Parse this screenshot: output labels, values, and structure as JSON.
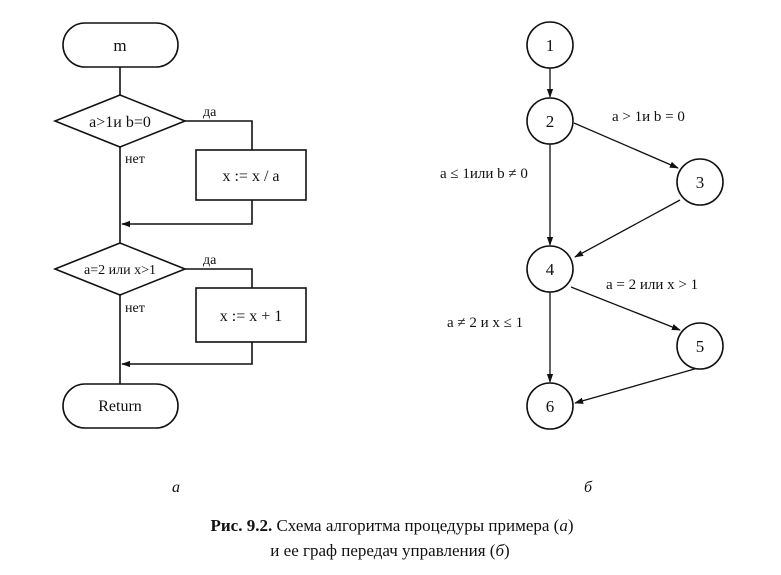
{
  "flowchart": {
    "start_label": "m",
    "cond1_text": "a>1и b=0",
    "cond1_yes": "да",
    "cond1_no": "нет",
    "op1_text": "x := x / a",
    "cond2_text": "a=2 или x>1",
    "cond2_yes": "да",
    "cond2_no": "нет",
    "op2_text": "x := x + 1",
    "end_label": "Return",
    "sublabel": "а"
  },
  "graph": {
    "nodes": [
      "1",
      "2",
      "3",
      "4",
      "5",
      "6"
    ],
    "edge_labels": {
      "e2_3": "a > 1и b = 0",
      "e2_4": "a ≤ 1или b ≠ 0",
      "e4_5": "a = 2 или x > 1",
      "e4_6": "a ≠ 2 и x ≤ 1"
    },
    "sublabel": "б"
  },
  "caption": {
    "line1_bold": "Рис. 9.2.",
    "line1_text": " Схема алгоритма процедуры примера (",
    "line1_ital": "а",
    "line1_end": ")",
    "line2_text": "и ее граф передач управления (",
    "line2_ital": "б",
    "line2_end": ")"
  }
}
